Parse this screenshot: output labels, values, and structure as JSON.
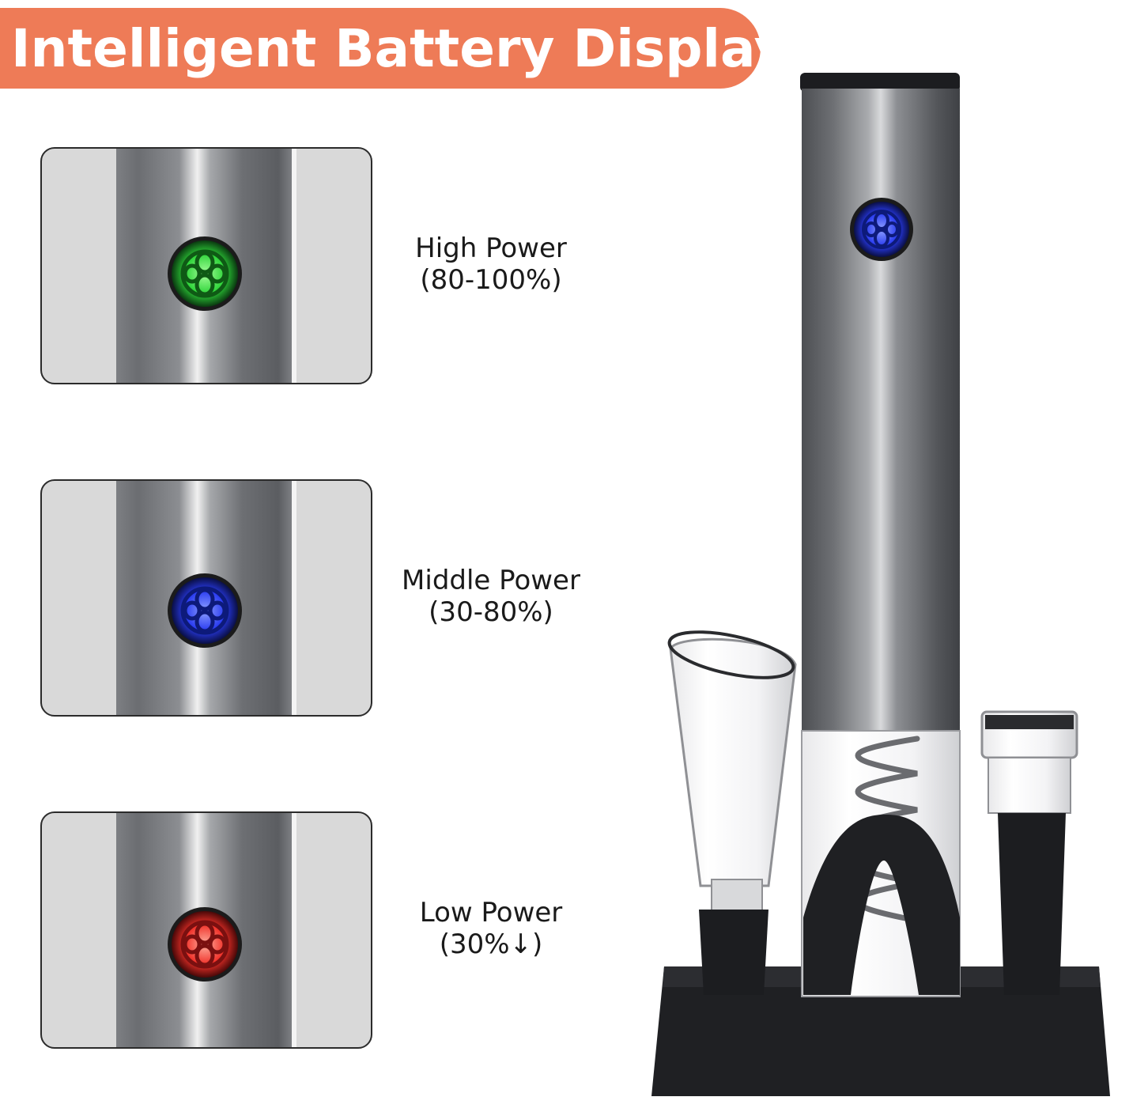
{
  "banner": {
    "title": "Intelligent Battery Display",
    "color": "#ee7b57"
  },
  "levels": [
    {
      "name": "High Power",
      "range": "(80-100%)",
      "light_color": "#2fd43a",
      "icon": "led-button-icon"
    },
    {
      "name": "Middle Power",
      "range": "(30-80%)",
      "light_color": "#2a3cf0",
      "icon": "led-button-icon"
    },
    {
      "name": "Low Power",
      "range": "(30%↓)",
      "light_color": "#f0322a",
      "icon": "led-button-icon"
    }
  ],
  "device": {
    "indicator_color": "#2a3cf0",
    "body_color": "#5a5c60",
    "base_color": "#1e1f22"
  }
}
